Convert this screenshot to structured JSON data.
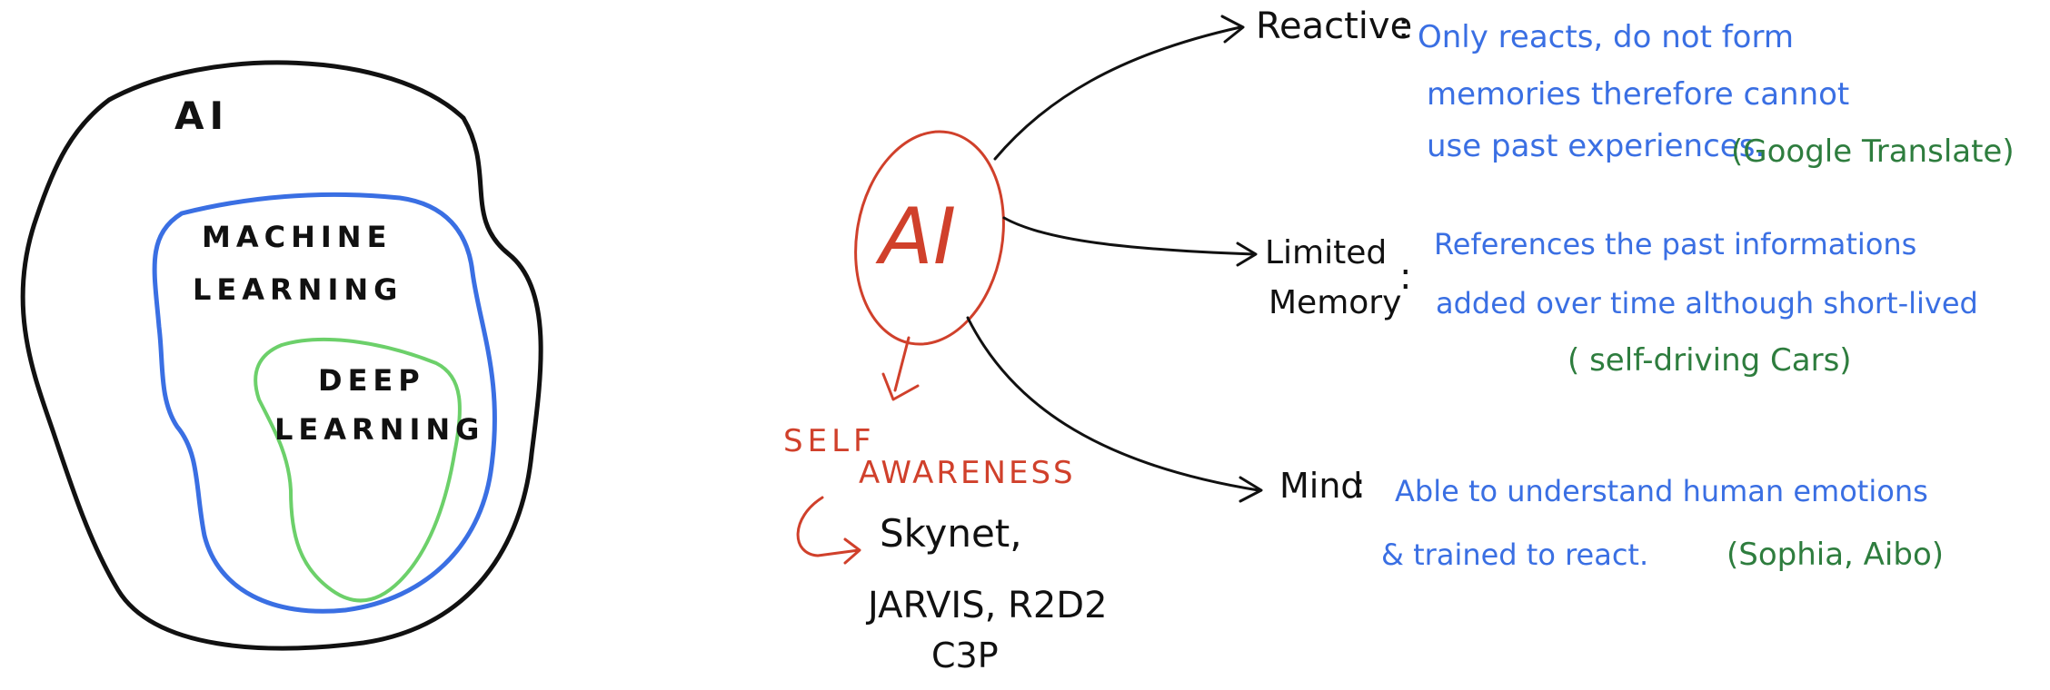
{
  "colors": {
    "ink": "#111111",
    "red": "#d0402b",
    "blue": "#3a6fe3",
    "green": "#2e7d3e",
    "light_green": "#6cd06a"
  },
  "venn": {
    "outer_label": "AI",
    "middle_label_line1": "MACHINE",
    "middle_label_line2": "LEARNING",
    "inner_label_line1": "DEEP",
    "inner_label_line2": "LEARNING"
  },
  "hub": {
    "label": "AI"
  },
  "self_awareness": {
    "label_line1": "SELF",
    "label_line2": "AWARENESS",
    "examples_line1": "Skynet,",
    "examples_line2": "JARVIS, R2D2",
    "examples_line3": "C3P"
  },
  "types": [
    {
      "name": "Reactive",
      "desc_line1": "Only reacts, do not form",
      "desc_line2": "memories therefore cannot",
      "desc_line3": "use past experiences.",
      "example": "(Google Translate)"
    },
    {
      "name_line1": "Limited",
      "name_line2": "Memory",
      "desc_line1": "References the past informations",
      "desc_line2": "added over time although short-lived",
      "example": "( self-driving Cars)"
    },
    {
      "name": "Mind",
      "desc_line1": "Able to understand human emotions",
      "desc_line2": "& trained to react.",
      "example": "(Sophia, Aibo)"
    }
  ]
}
